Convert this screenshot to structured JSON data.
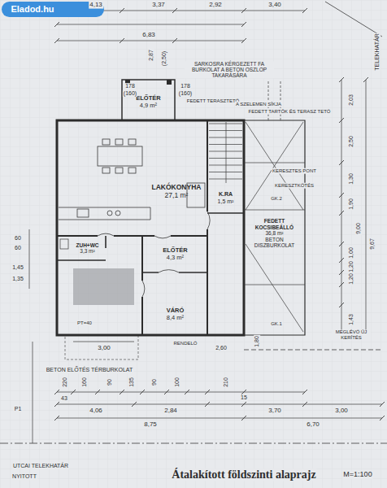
{
  "diagram": {
    "caption": "Átalakított földszinti alaprajz",
    "nodes": [
      {
        "text": [
          "ELŐTÉR",
          "4,9 m²"
        ]
      },
      {
        "text": [
          "LAKÓKONYHA",
          "27,1 m²"
        ]
      },
      {
        "text": [
          "K.RA",
          "1,5 m²"
        ]
      },
      {
        "text": [
          "FEDETT KOCSIBEÁLLÓ",
          "36,8 m²",
          "BETON DISZBURKOLAT"
        ]
      },
      {
        "text": [
          "ZUH+WC",
          "3,3 m²"
        ]
      },
      {
        "text": [
          "ELŐTÉR",
          "4,3 m²"
        ]
      },
      {
        "text": [
          "VÁRÓ",
          "8,4 m²"
        ]
      }
    ],
    "labels": [
      "Eladod.hu",
      "4,13",
      "3,37",
      "2,92",
      "3,40",
      "6,83",
      "2,87",
      "(2,50)",
      "SARKOSRA KÉRGEZETT FA BURKOLAT A BETON OSZLOP TAKARÁSÁRA",
      "178",
      "(160)",
      "178",
      "(160)",
      "FEDETT TERASZTETŐ",
      "A SZELEMEN SÍKJA",
      "FEDETT TARTÓK ÉS TERASZ TETŐ",
      "2,03",
      "2,50",
      "1,30",
      "1,90",
      "9,00",
      "9,67",
      "1,00",
      "1,20",
      "1,20",
      "1,43",
      "KERESZTES PONT",
      "KERESZTKÖTÉS",
      "GK.2",
      "GK.1",
      "60",
      "60",
      "1,45",
      "1,35",
      "PT=40",
      "3,00",
      "BETON ELŐTÉS TÉRBURKOLAT",
      "220",
      "160",
      "90",
      "135",
      "90",
      "100",
      "210",
      "43",
      "4,06",
      "2,84",
      "15",
      "3,70",
      "3,00",
      "8,75",
      "6,70",
      "2,60",
      "1,80",
      "RENDELŐ",
      "MEGLÉVŐ ÚJ KERÍTÉS",
      "P1",
      "UTCAI TELEKHATÁR",
      "NYITOTT",
      "M=1:100",
      "TELEKHATÁR"
    ]
  }
}
